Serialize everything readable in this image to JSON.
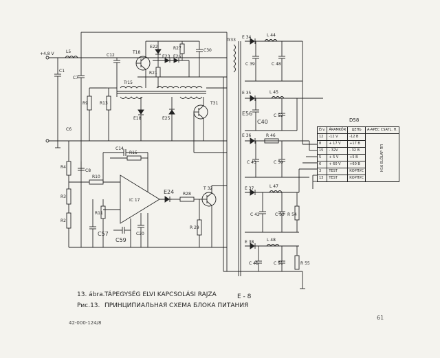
{
  "components": {
    "input_voltage": "+4,8 V",
    "L5": "L5",
    "C1": "C1",
    "C7": "C7",
    "C12": "C12",
    "C6": "C6",
    "T18": "T18",
    "R21": "R21",
    "E22": "E22",
    "E23": "E23",
    "E26": "E26",
    "R27": "R27",
    "C30": "C30",
    "Tr33": "Tr33",
    "Tr15": "Tr15",
    "R9": "R9",
    "R13": "R13",
    "E18": "E18",
    "E25": "E25",
    "T31": "T31",
    "C14": "C14",
    "R15": "R15",
    "R4": "R4",
    "C8": "C8",
    "R10": "R10",
    "R3": "R3",
    "R2": "R2",
    "R11": "R11",
    "IC17": "IC 17",
    "C57": "C57",
    "C59": "C59",
    "C20": "C20",
    "E24": "E24",
    "R28": "R28",
    "T32": "T 32",
    "R29": "R 29",
    "E34": "E 34",
    "L44": "L 44",
    "C39": "C 39",
    "C48": "C 48",
    "E35": "E 35",
    "E56": "E56",
    "L45": "L 45",
    "C40": "C40",
    "C52": "C 52",
    "E36": "E 36",
    "R46": "R 46",
    "C43": "C 43",
    "C50": "C 50",
    "E37": "E 37",
    "L47": "L 47",
    "C42": "C 42",
    "C53": "C 53",
    "R54": "R 54",
    "E38": "E 38",
    "L48": "L 48",
    "C41": "C 41",
    "C51": "C 51",
    "R55": "R 55"
  },
  "d58_table": {
    "title": "D58",
    "headers": [
      "Érv.",
      "ÁRAMKÖR",
      "ЦЕПЬ",
      "A-APEC CSATL. H."
    ],
    "side_label": "ELŐLAP  ПП",
    "side_code": "H16",
    "rows": [
      {
        "pin": "12",
        "hu": "-12 V",
        "ru": "-12 B"
      },
      {
        "pin": "8",
        "hu": "+ 17 V",
        "ru": "+17 B"
      },
      {
        "pin": "15",
        "hu": "- 32V",
        "ru": "- 32 B"
      },
      {
        "pin": "5",
        "hu": "+ 5 V",
        "ru": "+5 B"
      },
      {
        "pin": "6",
        "hu": "+ 60 V",
        "ru": "+60 B"
      },
      {
        "pin": "3",
        "hu": "TEST",
        "ru": "КОРПУС"
      },
      {
        "pin": "13",
        "hu": "TEST",
        "ru": "КОРПУС"
      }
    ]
  },
  "caption": {
    "hu_num": "13. ábra.",
    "hu_text": "TÁPEGYSÉG ELVI KAPCSOLÁSI RAJZA",
    "ru_num": "Рис.13.",
    "ru_text": "ПРИНЦИПИАЛЬНАЯ СХЕМА БЛОКА ПИТАНИЯ",
    "ref": "E - 8",
    "code": "42-000-124/8",
    "page_number": "61"
  }
}
